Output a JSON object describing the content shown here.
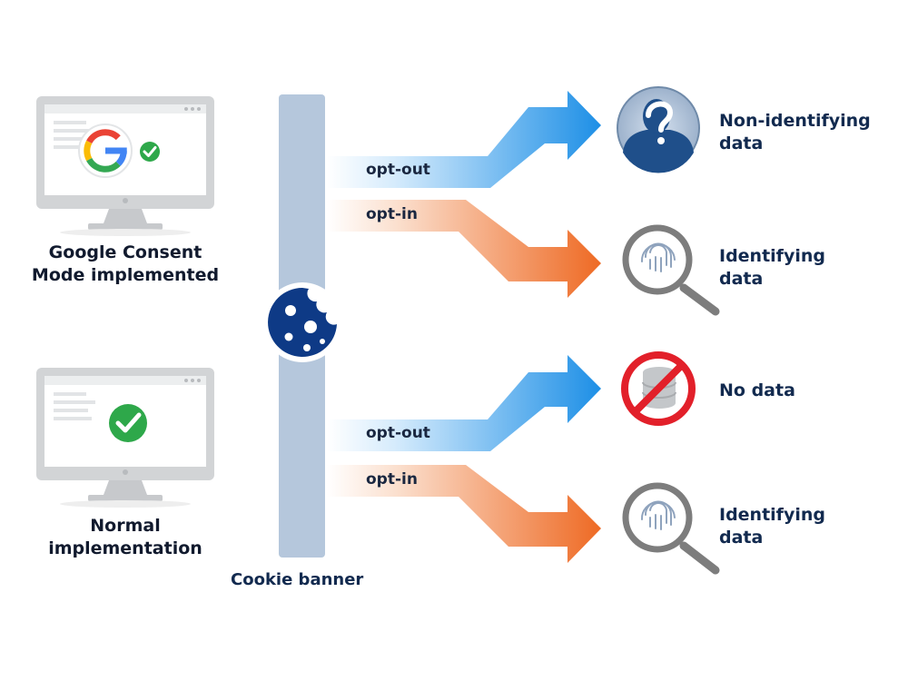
{
  "monitors": {
    "top": {
      "line1": "Google Consent",
      "line2": "Mode implemented"
    },
    "bottom": {
      "line1": "Normal",
      "line2": "implementation"
    }
  },
  "banner": {
    "label": "Cookie banner"
  },
  "flows": {
    "f1": {
      "label": "opt-out"
    },
    "f2": {
      "label": "opt-in"
    },
    "f3": {
      "label": "opt-out"
    },
    "f4": {
      "label": "opt-in"
    }
  },
  "outcomes": {
    "o1": {
      "line1": "Non-identifying",
      "line2": "data",
      "icon": "anonymous-user-icon"
    },
    "o2": {
      "line1": "Identifying",
      "line2": "data",
      "icon": "fingerprint-magnifier-icon"
    },
    "o3": {
      "line1": "No data",
      "icon": "no-data-icon"
    },
    "o4": {
      "line1": "Identifying",
      "line2": "data",
      "icon": "fingerprint-magnifier-icon"
    }
  },
  "colors": {
    "opt_out": "#1d8fe6",
    "opt_in": "#ee6a24",
    "banner": "#b5c7dc",
    "cookie": "#0e3a86",
    "check": "#2ea84a",
    "no_sign": "#e2202a"
  }
}
